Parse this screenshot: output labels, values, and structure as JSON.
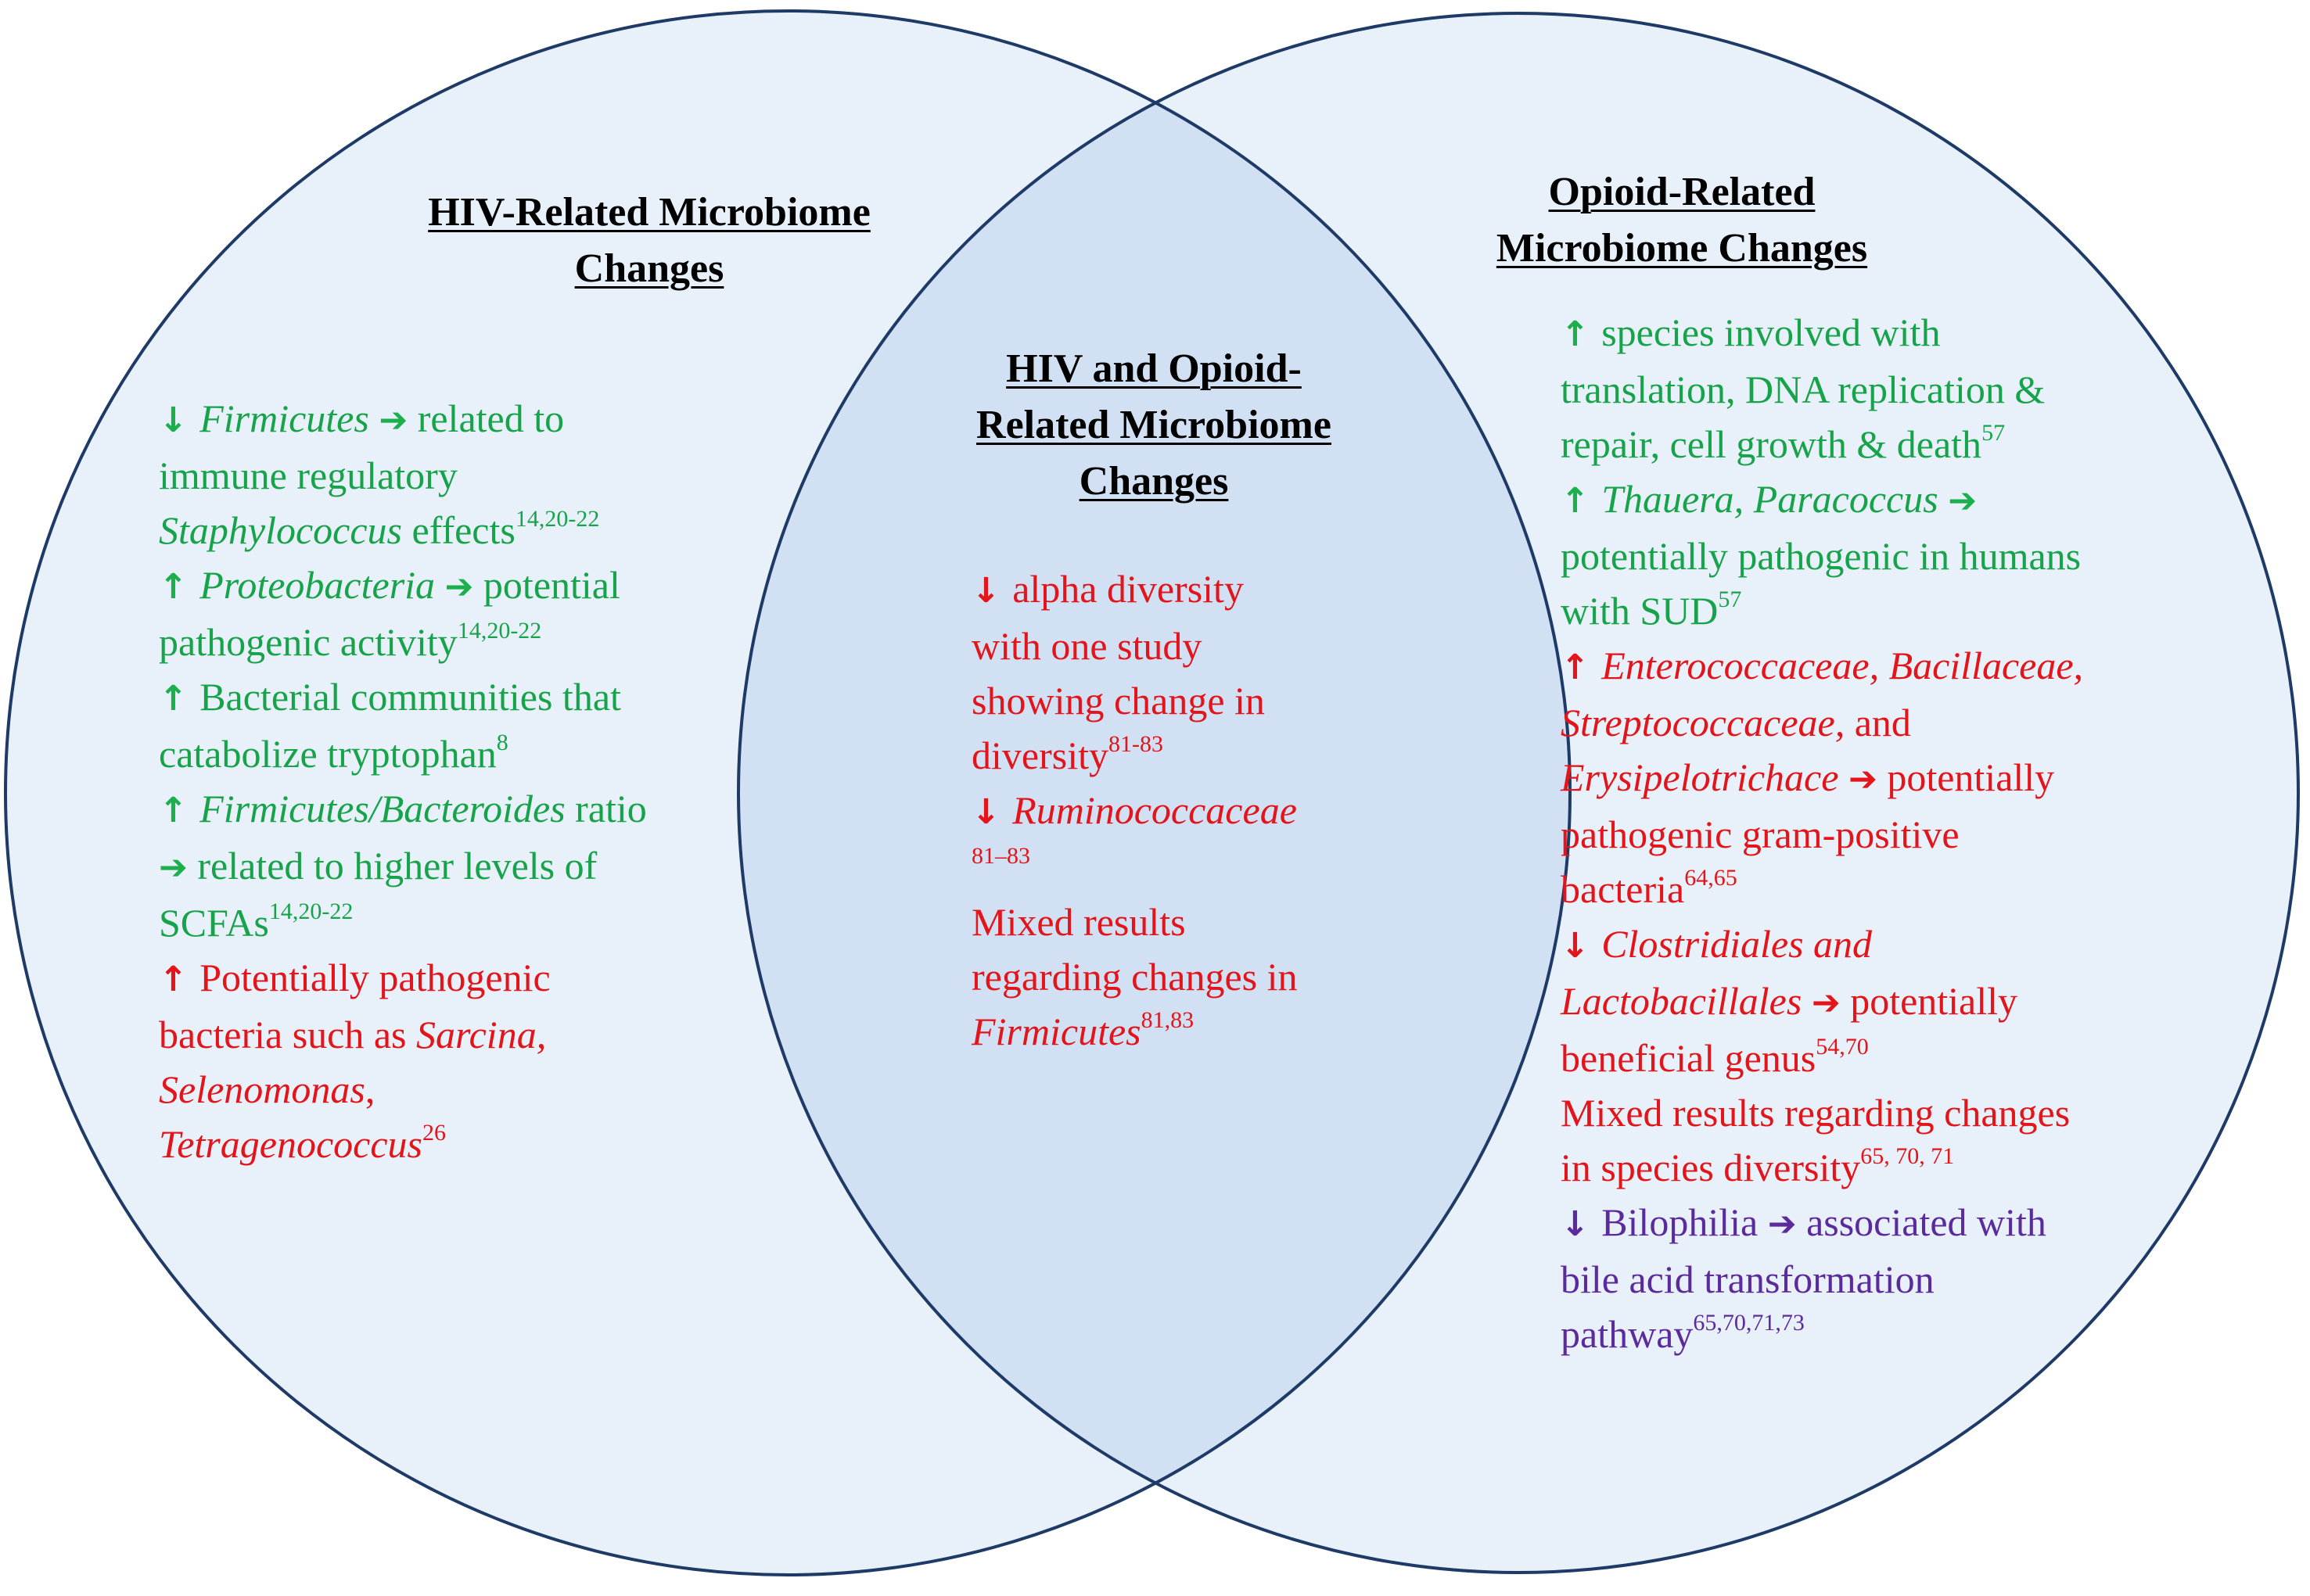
{
  "colors": {
    "circle_fill": "#e8f0fa",
    "overlap_fill": "#d2e0f3",
    "circle_stroke": "#1e3a66",
    "increase_green": "#17a34a",
    "increase_red": "#e3151a",
    "decrease_purple": "#5b2a9c"
  },
  "icons": {
    "up": "up-arrow-icon",
    "down": "down-arrow-icon",
    "right": "right-arrow-icon"
  },
  "hiv": {
    "heading": [
      "HIV-Related Microbiome",
      "Changes"
    ],
    "lines": [
      {
        "color": "green",
        "parts": [
          {
            "t": "↓ ",
            "k": "down"
          },
          {
            "t": "Firmicutes",
            "i": true
          },
          {
            "t": " "
          },
          {
            "t": "➔",
            "k": "right"
          },
          {
            "t": " related to"
          }
        ]
      },
      {
        "color": "green",
        "parts": [
          {
            "t": "immune regulatory"
          }
        ]
      },
      {
        "color": "green",
        "parts": [
          {
            "t": "Staphylococcus",
            "i": true
          },
          {
            "t": " effects"
          },
          {
            "t": "14,20-22",
            "s": true
          }
        ]
      },
      {
        "color": "green",
        "parts": [
          {
            "t": "↑ ",
            "k": "up"
          },
          {
            "t": "Proteobacteria",
            "i": true
          },
          {
            "t": " "
          },
          {
            "t": "➔",
            "k": "right"
          },
          {
            "t": " potential"
          }
        ]
      },
      {
        "color": "green",
        "parts": [
          {
            "t": "pathogenic activity"
          },
          {
            "t": "14,20-22",
            "s": true
          }
        ]
      },
      {
        "color": "green",
        "parts": [
          {
            "t": "↑ ",
            "k": "up"
          },
          {
            "t": "Bacterial communities that"
          }
        ]
      },
      {
        "color": "green",
        "parts": [
          {
            "t": "catabolize tryptophan"
          },
          {
            "t": "8",
            "s": true
          }
        ]
      },
      {
        "color": "green",
        "parts": [
          {
            "t": "↑ ",
            "k": "up"
          },
          {
            "t": "Firmicutes/Bacteroides",
            "i": true
          },
          {
            "t": " ratio"
          }
        ]
      },
      {
        "color": "green",
        "parts": [
          {
            "t": "➔",
            "k": "right"
          },
          {
            "t": " related to higher levels of"
          }
        ]
      },
      {
        "color": "green",
        "parts": [
          {
            "t": "SCFAs"
          },
          {
            "t": "14,20-22",
            "s": true
          }
        ]
      },
      {
        "color": "red",
        "parts": [
          {
            "t": "↑ ",
            "k": "up"
          },
          {
            "t": "Potentially pathogenic"
          }
        ]
      },
      {
        "color": "red",
        "parts": [
          {
            "t": "bacteria such as "
          },
          {
            "t": "Sarcina,",
            "i": true
          }
        ]
      },
      {
        "color": "red",
        "parts": [
          {
            "t": "Selenomonas",
            "i": true
          },
          {
            "t": ","
          }
        ]
      },
      {
        "color": "red",
        "parts": [
          {
            "t": "Tetragenococcus",
            "i": true
          },
          {
            "t": "26",
            "s": true
          }
        ]
      }
    ]
  },
  "overlap": {
    "heading": [
      "HIV and Opioid-",
      "Related Microbiome",
      "Changes"
    ],
    "lines": [
      {
        "color": "red",
        "parts": [
          {
            "t": "↓ ",
            "k": "down"
          },
          {
            "t": "alpha diversity"
          }
        ]
      },
      {
        "color": "red",
        "parts": [
          {
            "t": "with one study"
          }
        ]
      },
      {
        "color": "red",
        "parts": [
          {
            "t": "showing change in"
          }
        ]
      },
      {
        "color": "red",
        "parts": [
          {
            "t": "diversity"
          },
          {
            "t": "81-83",
            "s": true
          }
        ]
      },
      {
        "color": "red",
        "parts": [
          {
            "t": "↓ ",
            "k": "down"
          },
          {
            "t": "Ruminococcaceae",
            "i": true
          }
        ]
      },
      {
        "color": "red",
        "parts": [
          {
            "t": "81–83",
            "s": true
          }
        ]
      },
      {
        "color": "red",
        "parts": [
          {
            "t": "Mixed results"
          }
        ]
      },
      {
        "color": "red",
        "parts": [
          {
            "t": "regarding changes in"
          }
        ]
      },
      {
        "color": "red",
        "parts": [
          {
            "t": "Firmicutes",
            "i": true
          },
          {
            "t": "81,83",
            "s": true
          }
        ]
      }
    ]
  },
  "opioid": {
    "heading": [
      "Opioid-Related",
      "Microbiome Changes"
    ],
    "lines": [
      {
        "color": "green",
        "parts": [
          {
            "t": "↑ ",
            "k": "up"
          },
          {
            "t": " species involved with"
          }
        ]
      },
      {
        "color": "green",
        "parts": [
          {
            "t": "translation, DNA replication &"
          }
        ]
      },
      {
        "color": "green",
        "parts": [
          {
            "t": "repair, cell growth & death"
          },
          {
            "t": "57",
            "s": true
          }
        ]
      },
      {
        "color": "green",
        "parts": [
          {
            "t": "↑ ",
            "k": "up"
          },
          {
            "t": " "
          },
          {
            "t": "Thauera, Paracoccus",
            "i": true
          },
          {
            "t": " "
          },
          {
            "t": "➔",
            "k": "right"
          }
        ]
      },
      {
        "color": "green",
        "parts": [
          {
            "t": "potentially pathogenic in humans"
          }
        ]
      },
      {
        "color": "green",
        "parts": [
          {
            "t": "with SUD"
          },
          {
            "t": "57",
            "s": true
          }
        ]
      },
      {
        "color": "red",
        "parts": [
          {
            "t": "↑ ",
            "k": "up"
          },
          {
            "t": " "
          },
          {
            "t": "Enterococcaceae, Bacillaceae,",
            "i": true
          }
        ]
      },
      {
        "color": "red",
        "parts": [
          {
            "t": "Streptococcaceae,",
            "i": true
          },
          {
            "t": " and"
          }
        ]
      },
      {
        "color": "red",
        "parts": [
          {
            "t": "Erysipelotrichace",
            "i": true
          },
          {
            "t": " "
          },
          {
            "t": "➔",
            "k": "right"
          },
          {
            "t": " potentially"
          }
        ]
      },
      {
        "color": "red",
        "parts": [
          {
            "t": "pathogenic gram-positive"
          }
        ]
      },
      {
        "color": "red",
        "parts": [
          {
            "t": "bacteria"
          },
          {
            "t": "64,65",
            "s": true
          }
        ]
      },
      {
        "color": "red",
        "parts": [
          {
            "t": "↓ ",
            "k": "down"
          },
          {
            "t": " "
          },
          {
            "t": "Clostridiales and",
            "i": true
          }
        ]
      },
      {
        "color": "red",
        "parts": [
          {
            "t": "Lactobacillales",
            "i": true
          },
          {
            "t": " "
          },
          {
            "t": "➔",
            "k": "right"
          },
          {
            "t": " potentially"
          }
        ]
      },
      {
        "color": "red",
        "parts": [
          {
            "t": "beneficial genus"
          },
          {
            "t": "54,70",
            "s": true
          }
        ]
      },
      {
        "color": "red",
        "parts": [
          {
            "t": "Mixed results regarding changes"
          }
        ]
      },
      {
        "color": "red",
        "parts": [
          {
            "t": "in species diversity"
          },
          {
            "t": "65, 70, 71",
            "s": true
          }
        ]
      },
      {
        "color": "purple",
        "parts": [
          {
            "t": "↓ ",
            "k": "down"
          },
          {
            "t": " Bilophilia "
          },
          {
            "t": "➔",
            "k": "right"
          },
          {
            "t": " associated with"
          }
        ]
      },
      {
        "color": "purple",
        "parts": [
          {
            "t": "bile acid transformation"
          }
        ]
      },
      {
        "color": "purple",
        "parts": [
          {
            "t": "pathway"
          },
          {
            "t": "65,70,71,73",
            "s": true
          }
        ]
      }
    ]
  }
}
